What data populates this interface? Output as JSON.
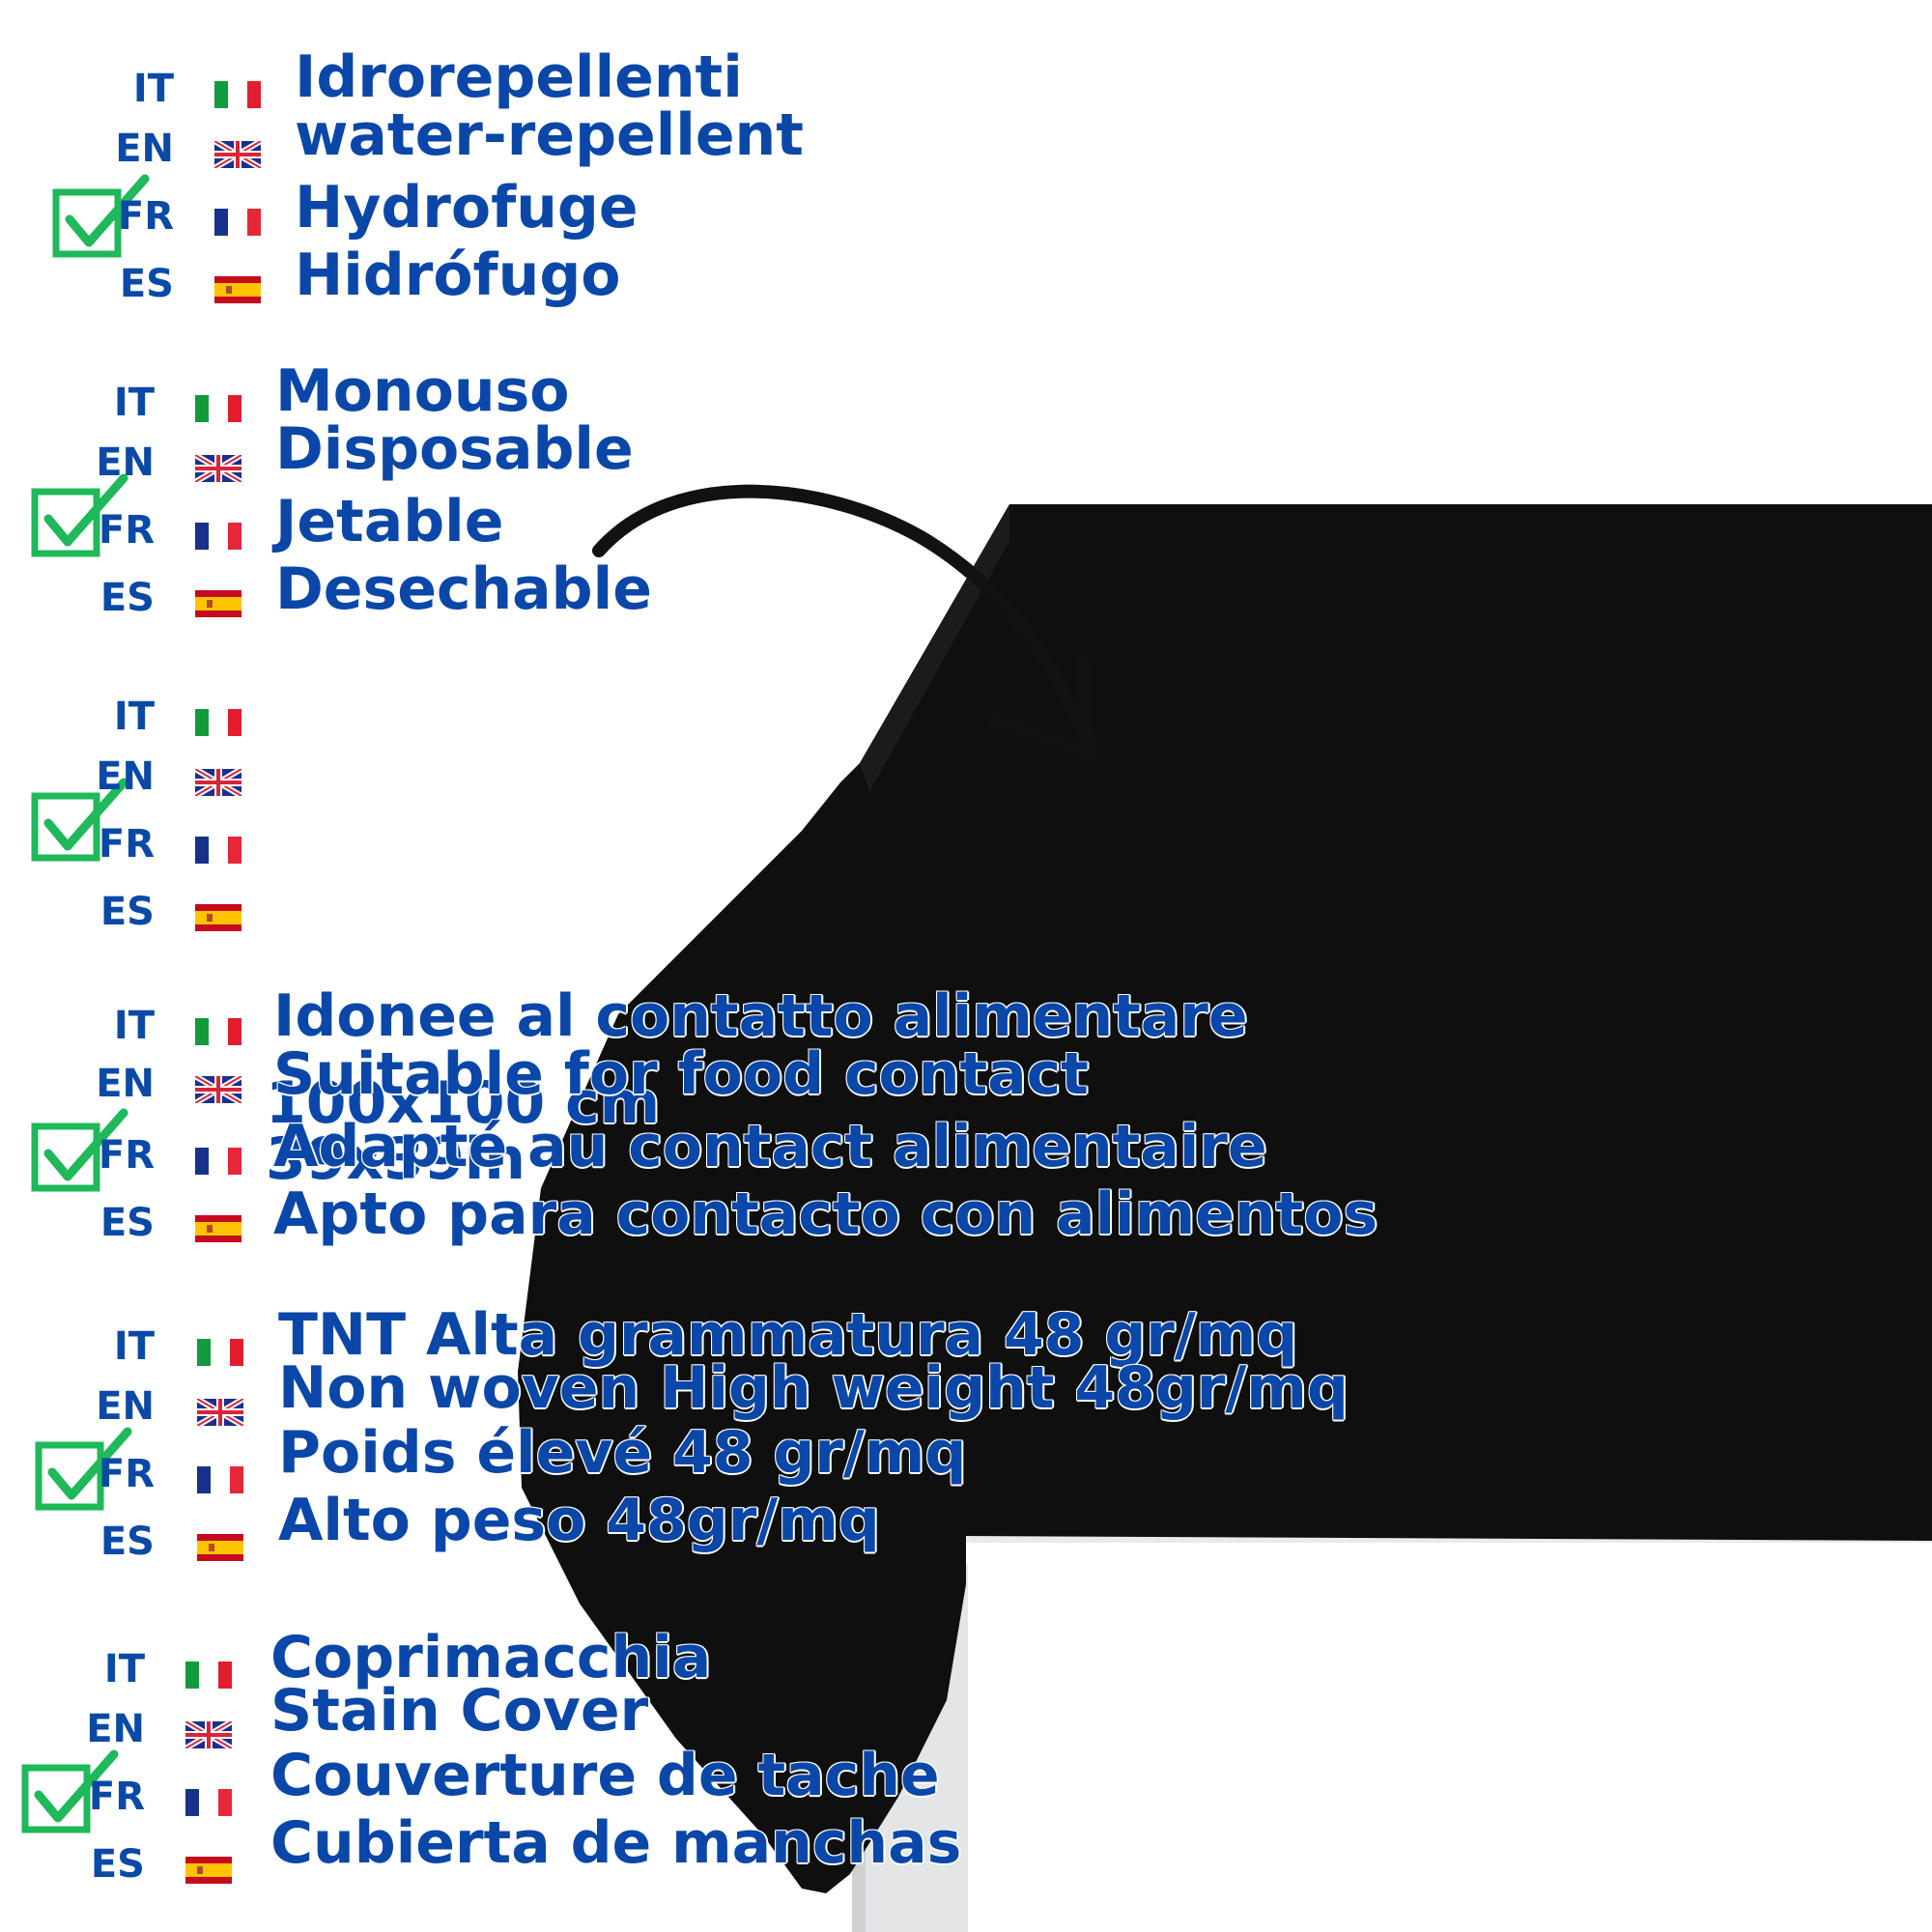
{
  "colors": {
    "text_blue": "#0a4aa6",
    "check_green": "#1fb85a",
    "tablecloth_black": "#0f0f0f",
    "table_leg_grey": "#e6e7e9",
    "arrow_black": "#111111"
  },
  "features": [
    {
      "id": "water-repellent",
      "rows": [
        {
          "code": "IT",
          "flag": "italy-flag-icon",
          "text": "Idrorepellenti"
        },
        {
          "code": "EN",
          "flag": "uk-flag-icon",
          "text": "water-repellent"
        },
        {
          "code": "FR",
          "flag": "france-flag-icon",
          "text": "Hydrofuge"
        },
        {
          "code": "ES",
          "flag": "spain-flag-icon",
          "text": "Hidrófugo"
        }
      ]
    },
    {
      "id": "disposable",
      "rows": [
        {
          "code": "IT",
          "flag": "italy-flag-icon",
          "text": "Monouso"
        },
        {
          "code": "EN",
          "flag": "uk-flag-icon",
          "text": "Disposable"
        },
        {
          "code": "FR",
          "flag": "france-flag-icon",
          "text": "Jetable"
        },
        {
          "code": "ES",
          "flag": "spain-flag-icon",
          "text": "Desechable"
        }
      ]
    },
    {
      "id": "size",
      "rows": [
        {
          "code": "IT",
          "flag": "italy-flag-icon",
          "text": ""
        },
        {
          "code": "EN",
          "flag": "uk-flag-icon",
          "text": "100x100 cm"
        },
        {
          "code": "FR",
          "flag": "france-flag-icon",
          "text": "39x39in"
        },
        {
          "code": "ES",
          "flag": "spain-flag-icon",
          "text": ""
        }
      ]
    },
    {
      "id": "food-contact",
      "rows": [
        {
          "code": "IT",
          "flag": "italy-flag-icon",
          "text": "Idonee al contatto alimentare"
        },
        {
          "code": "EN",
          "flag": "uk-flag-icon",
          "text": "Suitable for food contact"
        },
        {
          "code": "FR",
          "flag": "france-flag-icon",
          "text": "Adapté au contact alimentaire"
        },
        {
          "code": "ES",
          "flag": "spain-flag-icon",
          "text": "Apto para contacto con alimentos"
        }
      ]
    },
    {
      "id": "weight",
      "rows": [
        {
          "code": "IT",
          "flag": "italy-flag-icon",
          "text": "TNT Alta grammatura 48 gr/mq"
        },
        {
          "code": "EN",
          "flag": "uk-flag-icon",
          "text": "Non woven High weight 48gr/mq"
        },
        {
          "code": "FR",
          "flag": "france-flag-icon",
          "text": "Poids élevé 48 gr/mq"
        },
        {
          "code": "ES",
          "flag": "spain-flag-icon",
          "text": "Alto peso 48gr/mq"
        }
      ]
    },
    {
      "id": "stain-cover",
      "rows": [
        {
          "code": "IT",
          "flag": "italy-flag-icon",
          "text": "Coprimacchia"
        },
        {
          "code": "EN",
          "flag": "uk-flag-icon",
          "text": "Stain Cover"
        },
        {
          "code": "FR",
          "flag": "france-flag-icon",
          "text": "Couverture de tache"
        },
        {
          "code": "ES",
          "flag": "spain-flag-icon",
          "text": "Cubierta de manchas"
        }
      ]
    }
  ]
}
